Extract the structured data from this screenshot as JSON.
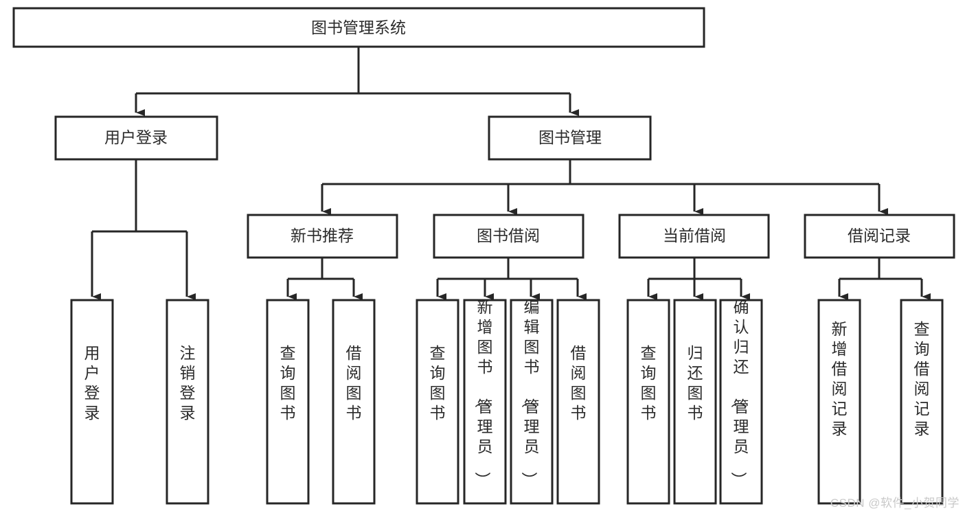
{
  "diagram": {
    "type": "tree-hierarchy-functional-decomposition",
    "title": "图书管理系统",
    "accent_color": "#262626",
    "background_color": "#ffffff",
    "levels": [
      {
        "level": 1,
        "nodes": [
          {
            "id": "root",
            "label": "图书管理系统",
            "orientation": "horizontal"
          }
        ]
      },
      {
        "level": 2,
        "nodes": [
          {
            "id": "user-login",
            "label": "用户登录",
            "orientation": "horizontal",
            "parent": "root"
          },
          {
            "id": "book-mgmt",
            "label": "图书管理",
            "orientation": "horizontal",
            "parent": "root"
          }
        ]
      },
      {
        "level": 3,
        "nodes": [
          {
            "id": "new-book-recommend",
            "label": "新书推荐",
            "orientation": "horizontal",
            "parent": "book-mgmt"
          },
          {
            "id": "book-borrow",
            "label": "图书借阅",
            "orientation": "horizontal",
            "parent": "book-mgmt"
          },
          {
            "id": "current-borrow",
            "label": "当前借阅",
            "orientation": "horizontal",
            "parent": "book-mgmt"
          },
          {
            "id": "borrow-record",
            "label": "借阅记录",
            "orientation": "horizontal",
            "parent": "book-mgmt"
          }
        ]
      },
      {
        "level": 4,
        "nodes": [
          {
            "id": "leaf-user-login",
            "label": "用户登录",
            "orientation": "vertical",
            "parent": "user-login"
          },
          {
            "id": "leaf-logout",
            "label": "注销登录",
            "orientation": "vertical",
            "parent": "user-login"
          },
          {
            "id": "leaf-query-book-rec",
            "label": "查询图书",
            "orientation": "vertical",
            "parent": "new-book-recommend"
          },
          {
            "id": "leaf-borrow-book-rec",
            "label": "借阅图书",
            "orientation": "vertical",
            "parent": "new-book-recommend"
          },
          {
            "id": "leaf-query-book-borrow",
            "label": "查询图书",
            "orientation": "vertical",
            "parent": "book-borrow"
          },
          {
            "id": "leaf-add-book",
            "label": "新增图书（管理员）",
            "orientation": "vertical",
            "parent": "book-borrow"
          },
          {
            "id": "leaf-edit-book",
            "label": "编辑图书（管理员）",
            "orientation": "vertical",
            "parent": "book-borrow"
          },
          {
            "id": "leaf-borrow-book",
            "label": "借阅图书",
            "orientation": "vertical",
            "parent": "book-borrow"
          },
          {
            "id": "leaf-query-book-current",
            "label": "查询图书",
            "orientation": "vertical",
            "parent": "current-borrow"
          },
          {
            "id": "leaf-return-book",
            "label": "归还图书",
            "orientation": "vertical",
            "parent": "current-borrow"
          },
          {
            "id": "leaf-confirm-return",
            "label": "确认归还（管理员）",
            "orientation": "vertical",
            "parent": "current-borrow"
          },
          {
            "id": "leaf-add-record",
            "label": "新增借阅记录",
            "orientation": "vertical",
            "parent": "borrow-record"
          },
          {
            "id": "leaf-query-record",
            "label": "查询借阅记录",
            "orientation": "vertical",
            "parent": "borrow-record"
          }
        ]
      }
    ],
    "labels": {
      "root": "图书管理系统",
      "user_login": "用户登录",
      "book_mgmt": "图书管理",
      "new_book_recommend": "新书推荐",
      "book_borrow": "图书借阅",
      "current_borrow": "当前借阅",
      "borrow_record": "借阅记录",
      "leaf_user_login": "用户登录",
      "leaf_logout": "注销登录",
      "leaf_query_book_rec": "查询图书",
      "leaf_borrow_book_rec": "借阅图书",
      "leaf_query_book_borrow": "查询图书",
      "leaf_add_book": "新增图书（管理员）",
      "leaf_edit_book": "编辑图书（管理员）",
      "leaf_borrow_book": "借阅图书",
      "leaf_query_book_current": "查询图书",
      "leaf_return_book": "归还图书",
      "leaf_confirm_return": "确认归还（管理员）",
      "leaf_add_record": "新增借阅记录",
      "leaf_query_record": "查询借阅记录"
    }
  },
  "watermark": {
    "text": "CSDN @软件_小贺同学"
  }
}
